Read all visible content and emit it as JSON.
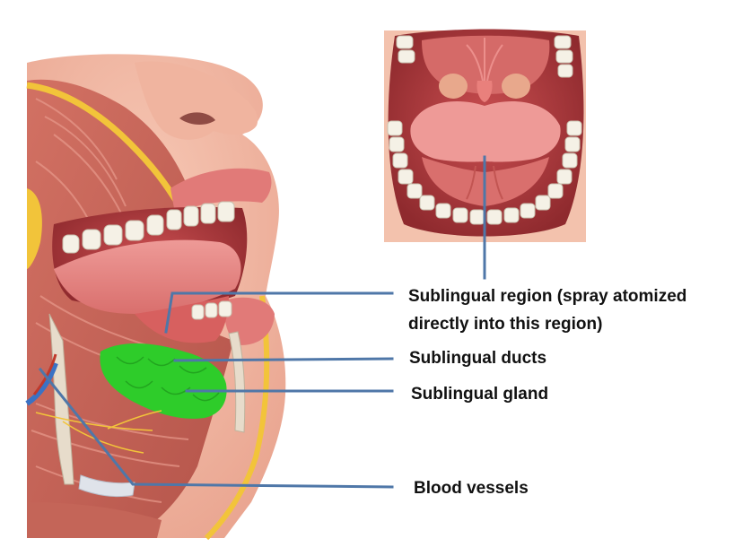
{
  "labels": {
    "sublingual_region_line1": "Sublingual region (spray atomized",
    "sublingual_region_line2": "directly into this region)",
    "sublingual_ducts": "Sublingual ducts",
    "sublingual_gland": "Sublingual gland",
    "blood_vessels": "Blood vessels"
  },
  "colors": {
    "leader_line": "#4f77a8",
    "sublingual_gland": "#2ecc2a",
    "blood_vessel": "#3a72c4",
    "muscle": "#c9645a",
    "mucosa": "#e98a86",
    "skin": "#f1b7a3",
    "nerve": "#f2c43a"
  }
}
